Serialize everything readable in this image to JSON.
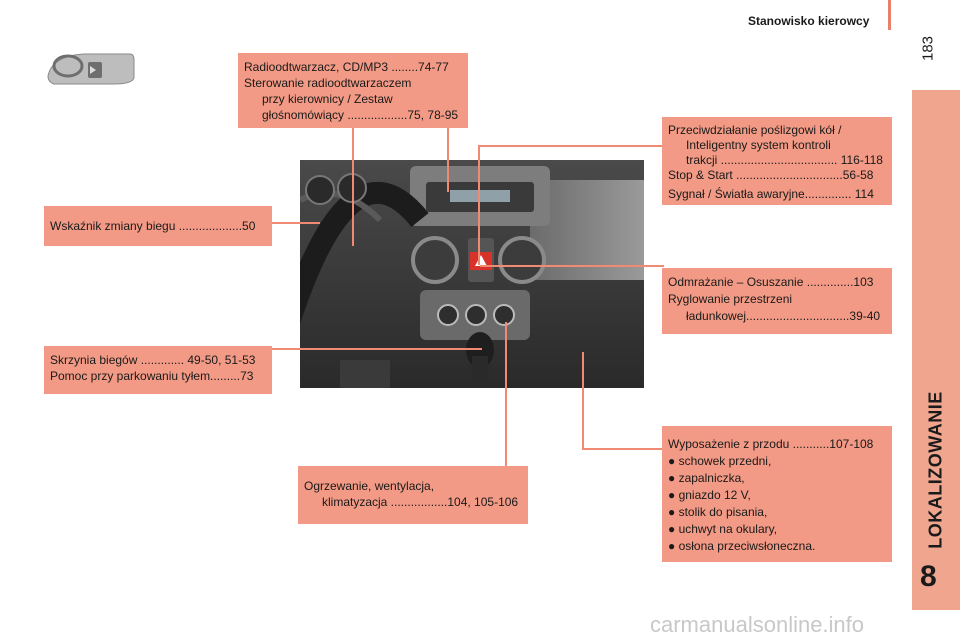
{
  "header": {
    "title": "Stanowisko kierowcy",
    "page_number": "183"
  },
  "side": {
    "chapter_label": "LOKALIZOWANIE",
    "chapter_number": "8"
  },
  "watermark": "carmanualsonline.info",
  "icons": {
    "location": "dashboard-location-icon"
  },
  "colors": {
    "accent": "#f29a85",
    "tab": "#f0a58e"
  },
  "callouts": {
    "radio": {
      "l1": "Radioodtwarzacz, CD/MP3 ........74-77",
      "l2": "Sterowanie radioodtwarzaczem",
      "l3": "przy kierownicy / Zestaw",
      "l4": "głośnomówiący ..................75, 78-95"
    },
    "gear_indicator": {
      "l1": "Wskaźnik zmiany biegu ...................50"
    },
    "gearbox": {
      "l1": "Skrzynia biegów ............. 49-50, 51-53",
      "l2": "Pomoc przy parkowaniu tyłem.........73"
    },
    "heating": {
      "l1": "Ogrzewanie, wentylacja,",
      "l2": "klimatyzacja .................104, 105-106"
    },
    "asr": {
      "l1": "Przeciwdziałanie poślizgowi kół /",
      "l2": "Inteligentny system kontroli",
      "l3": "trakcji ................................... 116-118",
      "l4": "Stop & Start ................................56-58",
      "l5": "Sygnał / Światła awaryjne.............. 114"
    },
    "demist": {
      "l1": "Odmrażanie – Osuszanie ..............103",
      "l2": "Ryglowanie przestrzeni",
      "l3": "ładunkowej...............................39-40"
    },
    "equipment": {
      "l1": "Wyposażenie z przodu ...........107-108",
      "items": [
        "● schowek przedni,",
        "● zapalniczka,",
        "● gniazdo 12 V,",
        "● stolik do pisania,",
        "● uchwyt na okulary,",
        "● osłona przeciwsłoneczna."
      ]
    }
  }
}
